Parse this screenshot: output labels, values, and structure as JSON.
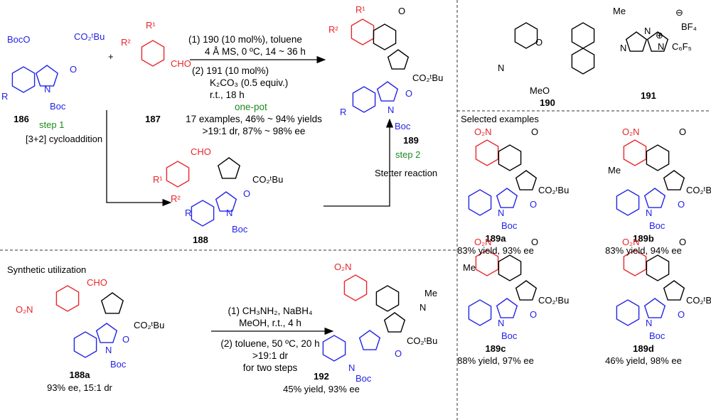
{
  "colors": {
    "red": "#e8262a",
    "blue": "#2323e6",
    "green": "#1e8a1e",
    "black": "#000000"
  },
  "top_scheme": {
    "compound_186": {
      "label": "186",
      "substituents": [
        "BocO",
        "CO₂ᵗBu",
        "O",
        "R",
        "N",
        "Boc"
      ]
    },
    "plus": "+",
    "compound_187": {
      "label": "187",
      "substituents": [
        "R¹",
        "R²",
        "CHO"
      ]
    },
    "conditions_above": [
      "(1) 190 (10 mol%), toluene",
      "4 Å MS, 0 ºC, 14 ~ 36 h"
    ],
    "conditions_below": [
      "(2) 191 (10 mol%)",
      "K₂CO₃ (0.5 equiv.)",
      "r.t., 18 h"
    ],
    "one_pot": "one-pot",
    "scope": [
      "17 examples, 46% ~ 94% yields",
      ">19:1 dr, 87% ~ 98% ee"
    ],
    "compound_189": {
      "label": "189",
      "substituents": [
        "R¹",
        "R²",
        "O",
        "CO₂ᵗBu",
        "O",
        "R",
        "N",
        "Boc"
      ]
    },
    "step1": "step 1",
    "step1_name": "[3+2] cycloaddition",
    "compound_188": {
      "label": "188",
      "substituents": [
        "CHO",
        "R¹",
        "R²",
        "CO₂ᵗBu",
        "O",
        "R",
        "N",
        "Boc"
      ]
    },
    "step2": "step 2",
    "step2_name": "Stetter reaction"
  },
  "catalysts": {
    "compound_190": {
      "label": "190",
      "substituents": [
        "O",
        "Me",
        "N",
        "MeO"
      ]
    },
    "compound_191": {
      "label": "191",
      "substituents": [
        "N",
        "N",
        "N",
        "⊕",
        "⊖",
        "BF₄",
        "C₆F₅"
      ]
    }
  },
  "selected": {
    "title": "Selected examples",
    "examples": [
      {
        "label": "189a",
        "result": "83% yield, 93% ee",
        "subs": [
          "O₂N"
        ]
      },
      {
        "label": "189b",
        "result": "83% yield, 94% ee",
        "subs": [
          "O₂N",
          "Me"
        ]
      },
      {
        "label": "189c",
        "result": "88% yield, 97% ee",
        "subs": [
          "O₂N",
          "Me"
        ]
      },
      {
        "label": "189d",
        "result": "46% yield, 98% ee",
        "subs": [
          "O₂N"
        ]
      }
    ],
    "common": [
      "O",
      "CO₂ᵗBu",
      "O",
      "N",
      "Boc"
    ]
  },
  "utilization": {
    "title": "Synthetic utilization",
    "compound_188a": {
      "label": "188a",
      "result": "93% ee, 15:1 dr",
      "subs": [
        "O₂N",
        "CHO",
        "CO₂ᵗBu",
        "O",
        "N",
        "Boc"
      ]
    },
    "conditions_above": [
      "(1) CH₃NH₂, NaBH₄",
      "MeOH, r.t., 4 h"
    ],
    "conditions_below": [
      "(2) toluene, 50 ºC, 20 h",
      ">19:1 dr",
      "for two steps"
    ],
    "compound_192": {
      "label": "192",
      "result": "45% yield, 93% ee",
      "subs": [
        "O₂N",
        "N",
        "Me",
        "CO₂ᵗBu",
        "O",
        "N",
        "Boc"
      ]
    }
  }
}
